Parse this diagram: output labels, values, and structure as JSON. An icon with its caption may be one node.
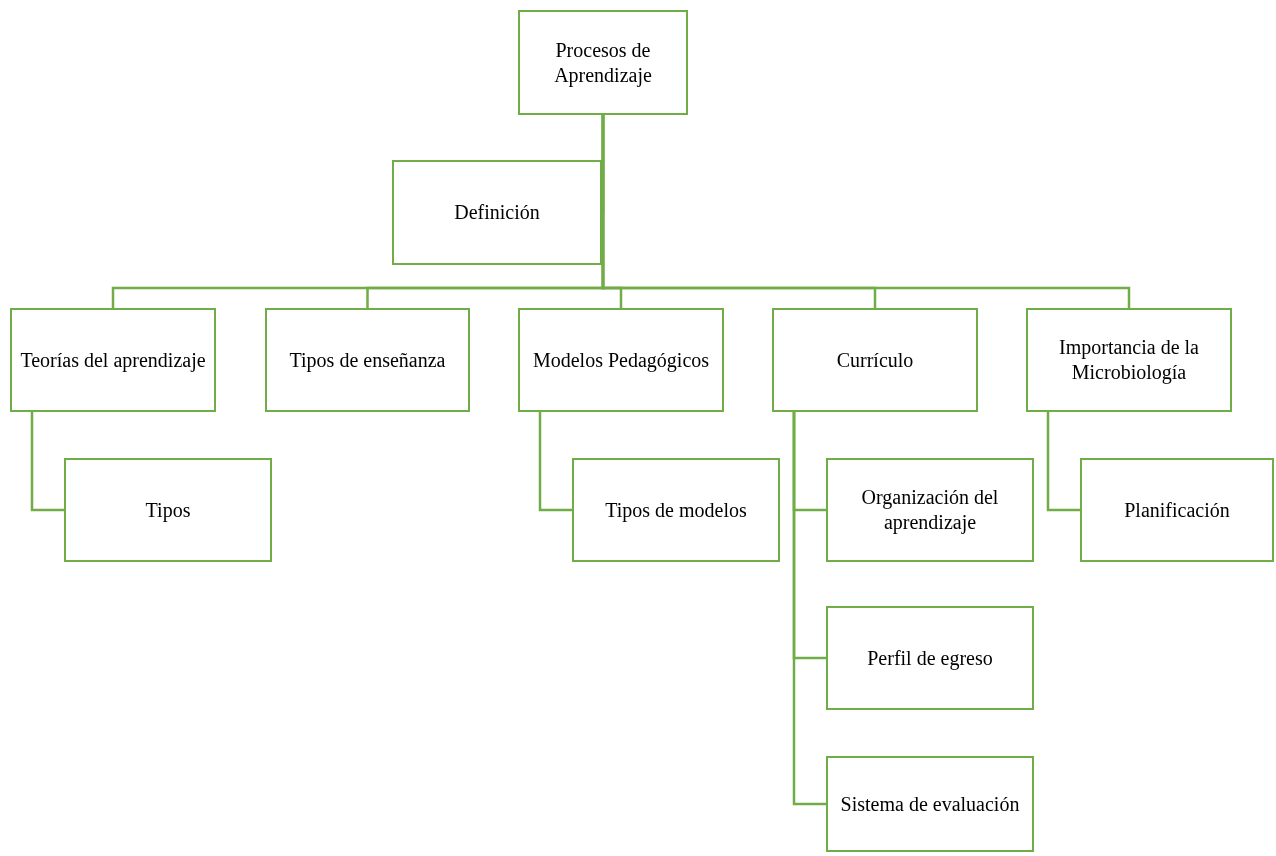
{
  "diagram": {
    "nodes": [
      {
        "text": [
          "Procesos de Aprendizaje"
        ]
      },
      {
        "text": [
          "Definición"
        ]
      },
      {
        "text": [
          "Teorías del aprendizaje"
        ]
      },
      {
        "text": [
          "Tipos de enseñanza"
        ]
      },
      {
        "text": [
          "Modelos Pedagógicos"
        ]
      },
      {
        "text": [
          "Currículo"
        ]
      },
      {
        "text": [
          "Importancia de la Microbiología"
        ]
      },
      {
        "text": [
          "Tipos"
        ]
      },
      {
        "text": [
          "Tipos de modelos"
        ]
      },
      {
        "text": [
          "Organización del aprendizaje"
        ]
      },
      {
        "text": [
          "Perfil de egreso"
        ]
      },
      {
        "text": [
          "Sistema de evaluación"
        ]
      },
      {
        "text": [
          "Planificación"
        ]
      }
    ],
    "edges": [
      {
        "from": 0,
        "to": 1,
        "arrow": "none"
      },
      {
        "from": 0,
        "to": 2,
        "arrow": "none"
      },
      {
        "from": 0,
        "to": 3,
        "arrow": "none"
      },
      {
        "from": 0,
        "to": 4,
        "arrow": "none"
      },
      {
        "from": 0,
        "to": 5,
        "arrow": "none"
      },
      {
        "from": 0,
        "to": 6,
        "arrow": "none"
      },
      {
        "from": 2,
        "to": 7,
        "arrow": "none"
      },
      {
        "from": 4,
        "to": 8,
        "arrow": "none"
      },
      {
        "from": 5,
        "to": 9,
        "arrow": "none"
      },
      {
        "from": 5,
        "to": 10,
        "arrow": "none"
      },
      {
        "from": 5,
        "to": 11,
        "arrow": "none"
      },
      {
        "from": 6,
        "to": 12,
        "arrow": "none"
      }
    ]
  }
}
